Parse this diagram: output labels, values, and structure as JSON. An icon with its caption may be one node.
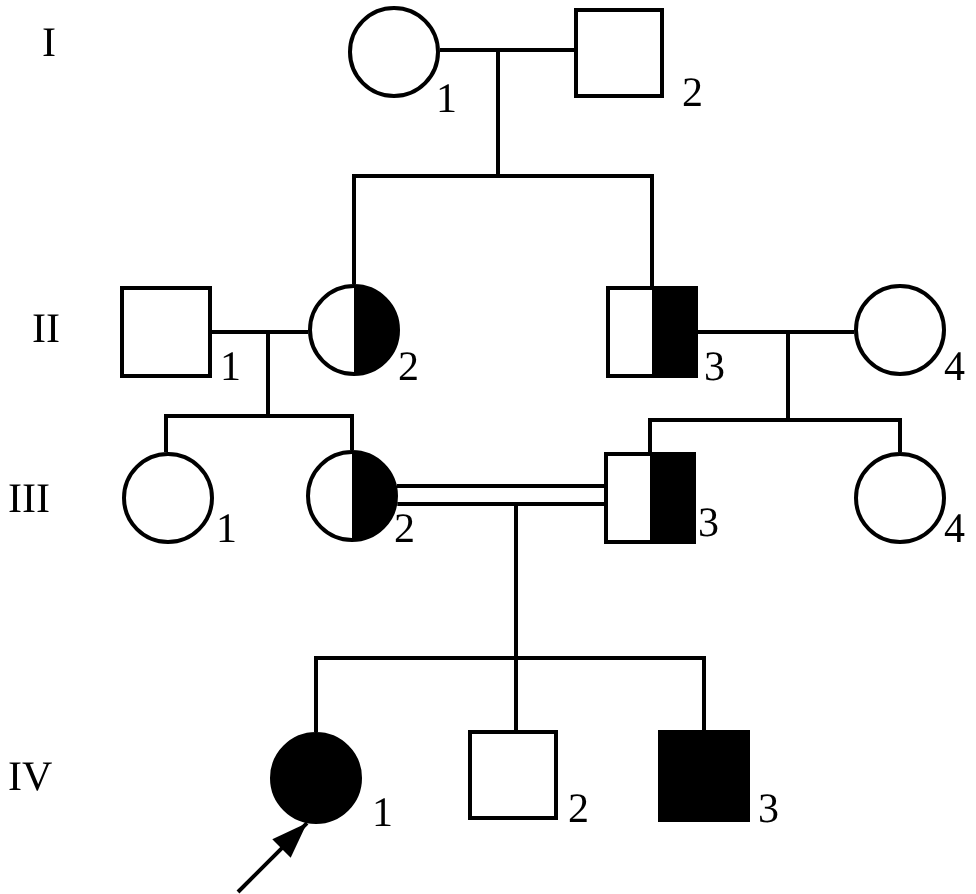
{
  "diagram": {
    "nodes": [
      {
        "text": [],
        "shape": "circle",
        "beside": [
          "1"
        ]
      },
      {
        "text": [],
        "shape": "box",
        "beside": [
          "2"
        ]
      },
      {
        "text": [],
        "shape": "box",
        "beside": [
          "1"
        ]
      },
      {
        "text": [],
        "shape": "circle",
        "beside": [
          "2"
        ]
      },
      {
        "text": [],
        "shape": "box",
        "beside": [
          "3"
        ]
      },
      {
        "text": [],
        "shape": "circle",
        "beside": [
          "4"
        ]
      },
      {
        "text": [],
        "shape": "circle",
        "beside": [
          "1"
        ]
      },
      {
        "text": [],
        "shape": "circle",
        "beside": [
          "2"
        ]
      },
      {
        "text": [],
        "shape": "box",
        "beside": [
          "3"
        ]
      },
      {
        "text": [],
        "shape": "circle",
        "beside": [
          "4"
        ]
      },
      {
        "text": [],
        "shape": "circle",
        "beside": [
          "1"
        ]
      },
      {
        "text": [],
        "shape": "box",
        "beside": [
          "2"
        ]
      },
      {
        "text": [],
        "shape": "box",
        "beside": [
          "3"
        ]
      }
    ],
    "edges": [
      {
        "from": 0,
        "to": 1,
        "arrow": "none"
      },
      {
        "from": 0,
        "to": 3,
        "arrow": "none"
      },
      {
        "from": 1,
        "to": 3,
        "arrow": "none"
      },
      {
        "from": 0,
        "to": 4,
        "arrow": "none"
      },
      {
        "from": 1,
        "to": 4,
        "arrow": "none"
      },
      {
        "from": 2,
        "to": 3,
        "arrow": "none"
      },
      {
        "from": 2,
        "to": 6,
        "arrow": "none"
      },
      {
        "from": 3,
        "to": 6,
        "arrow": "none"
      },
      {
        "from": 2,
        "to": 7,
        "arrow": "none"
      },
      {
        "from": 3,
        "to": 7,
        "arrow": "none"
      },
      {
        "from": 4,
        "to": 5,
        "arrow": "none"
      },
      {
        "from": 4,
        "to": 8,
        "arrow": "none"
      },
      {
        "from": 5,
        "to": 8,
        "arrow": "none"
      },
      {
        "from": 4,
        "to": 9,
        "arrow": "none"
      },
      {
        "from": 5,
        "to": 9,
        "arrow": "none"
      },
      {
        "from": 7,
        "to": 8,
        "arrow": "none"
      },
      {
        "from": 7,
        "to": 8,
        "arrow": "none"
      },
      {
        "from": 7,
        "to": 10,
        "arrow": "none"
      },
      {
        "from": 8,
        "to": 10,
        "arrow": "none"
      },
      {
        "from": 7,
        "to": 11,
        "arrow": "none"
      },
      {
        "from": 8,
        "to": 11,
        "arrow": "none"
      },
      {
        "from": 7,
        "to": 12,
        "arrow": "none"
      },
      {
        "from": 8,
        "to": 12,
        "arrow": "none"
      },
      {
        "from": null,
        "to": 10,
        "arrow": "to"
      }
    ],
    "labels": [
      "I",
      "II",
      "III",
      "IV"
    ]
  }
}
